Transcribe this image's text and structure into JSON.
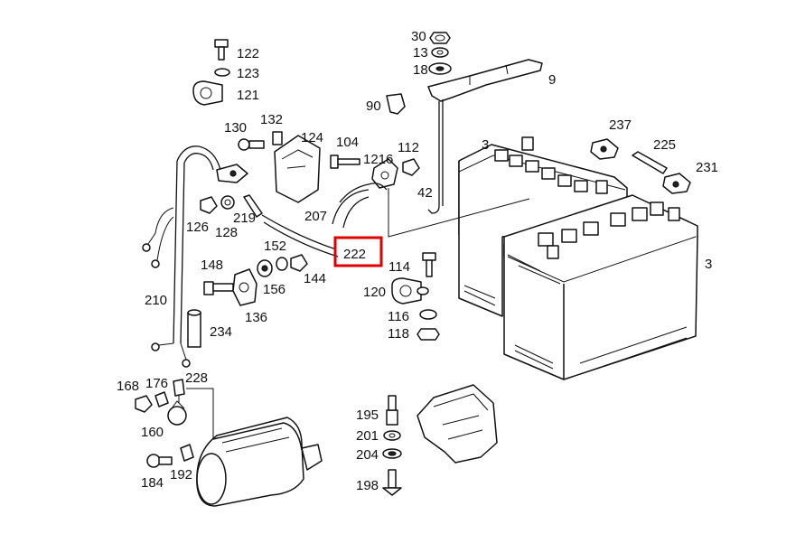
{
  "highlighted_label": "222",
  "highlight_color": "#e00000",
  "labels": {
    "l30": "30",
    "l13": "13",
    "l18": "18",
    "l9": "9",
    "l122": "122",
    "l123": "123",
    "l121": "121",
    "l90": "90",
    "l237": "237",
    "l225": "225",
    "l231": "231",
    "l130": "130",
    "l132": "132",
    "l124": "124",
    "l104": "104",
    "l1216": "1216",
    "l112": "112",
    "l3a": "3",
    "l3b": "3",
    "l42": "42",
    "l207": "207",
    "l222": "222",
    "l126": "126",
    "l128": "128",
    "l219": "219",
    "l152": "152",
    "l148": "148",
    "l144": "144",
    "l156": "156",
    "l136": "136",
    "l114": "114",
    "l120": "120",
    "l116": "116",
    "l118": "118",
    "l210": "210",
    "l234": "234",
    "l168": "168",
    "l176": "176",
    "l228": "228",
    "l160": "160",
    "l184": "184",
    "l192": "192",
    "l195": "195",
    "l201": "201",
    "l204": "204",
    "l198": "198"
  }
}
